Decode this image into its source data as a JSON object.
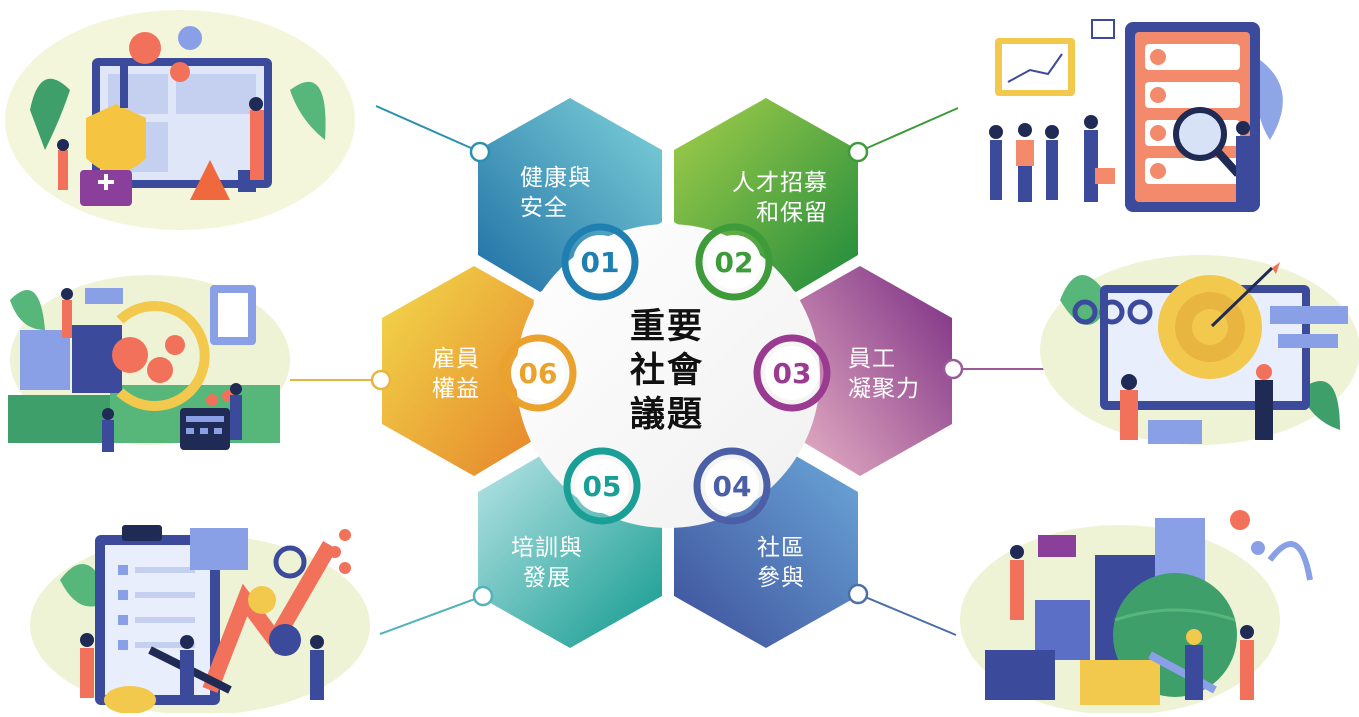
{
  "center_title": "重要\n社會\n議題",
  "topics": [
    {
      "num": "01",
      "label": "健康與\n安全",
      "color_a": "#1f6fa5",
      "color_b": "#7fd3d9",
      "ring": "#1f7fb0"
    },
    {
      "num": "02",
      "label": "人才招募\n和保留",
      "color_a": "#a5cf4a",
      "color_b": "#1e8a3c",
      "ring": "#3d9b3a"
    },
    {
      "num": "03",
      "label": "員工\n凝聚力",
      "color_a": "#e6b0c4",
      "color_b": "#7a2c82",
      "ring": "#9a3a90"
    },
    {
      "num": "04",
      "label": "社區\n參與",
      "color_a": "#3d4f9a",
      "color_b": "#6aa6d8",
      "ring": "#4a5fa6"
    },
    {
      "num": "05",
      "label": "培訓與\n發展",
      "color_a": "#b7e3e6",
      "color_b": "#109a8e",
      "ring": "#1a9f96"
    },
    {
      "num": "06",
      "label": "雇員\n權益",
      "color_a": "#f2d94c",
      "color_b": "#e6862a",
      "ring": "#eaa22c"
    }
  ],
  "illustrations": [
    {
      "name": "health-safety-illustration"
    },
    {
      "name": "recruitment-illustration"
    },
    {
      "name": "cohesion-illustration"
    },
    {
      "name": "community-illustration"
    },
    {
      "name": "training-illustration"
    },
    {
      "name": "employee-rights-illustration"
    }
  ]
}
